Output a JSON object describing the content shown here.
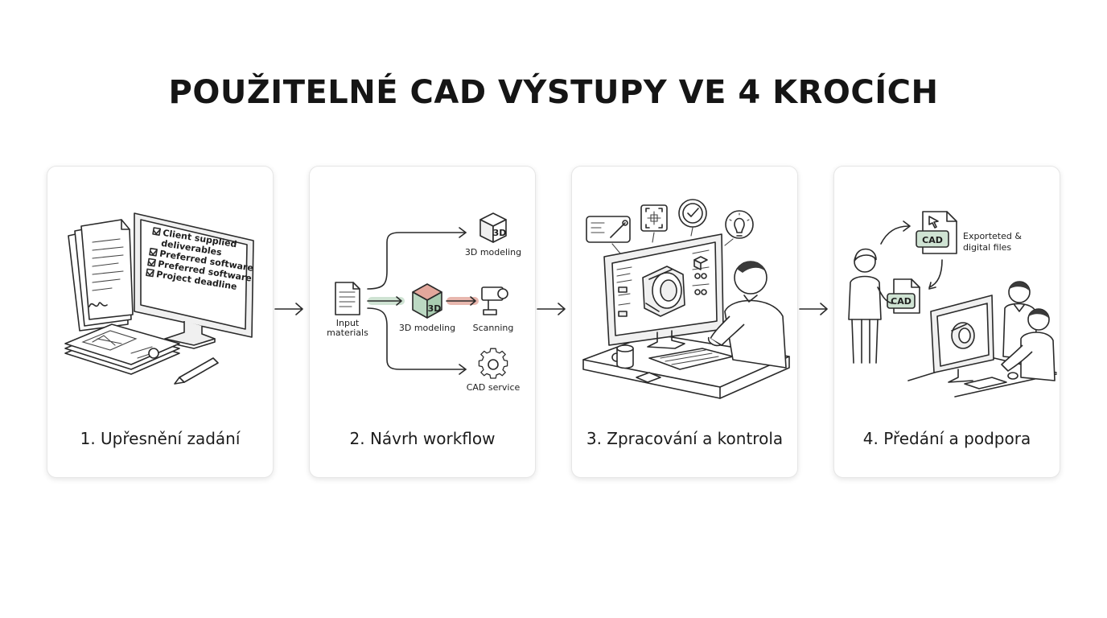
{
  "title": "POUŽITELNÉ CAD VÝSTUPY VE 4 KROCÍCH",
  "steps": [
    {
      "label": "1. Upřesnění zadání",
      "checklist": [
        "Client supplied",
        "deliverables",
        "Preferred software",
        "Preferred software",
        "Project deadline"
      ]
    },
    {
      "label": "2. Návrh workflow",
      "input_label_1": "Input",
      "input_label_2": "materials",
      "center_cube": "3D",
      "center_label": "3D modeling",
      "top_cube": "3D",
      "top_label": "3D modeling",
      "scanning_label": "Scanning",
      "service_label": "CAD service"
    },
    {
      "label": "3. Zpracování a kontrola"
    },
    {
      "label": "4. Předání a podpora",
      "file_tag_top": "CAD",
      "file_tag_hand": "CAD",
      "exported_label_1": "Exporteted &",
      "exported_label_2": "digital files"
    }
  ],
  "icons": [
    "document-icon",
    "monitor-icon",
    "checkbox-icon",
    "pen-icon",
    "cube-icon",
    "camera-icon",
    "gear-icon",
    "check-circle-icon",
    "lightbulb-icon",
    "mug-icon",
    "phone-icon",
    "person-icon",
    "arrow-right-icon"
  ],
  "colors": {
    "green_accent": "#cfe3d3",
    "red_accent": "#e8b7ae",
    "cube_red": "#e3a79c",
    "cube_green": "#bcd9c3",
    "cad_tag": "#cfe3d3"
  }
}
